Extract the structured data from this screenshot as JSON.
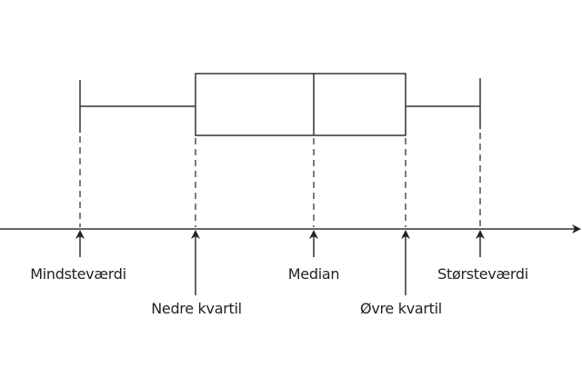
{
  "diagram": {
    "type": "boxplot-explanation",
    "labels": {
      "min": "Mindsteværdi",
      "q1": "Nedre kvartil",
      "median": "Median",
      "q3": "Øvre kvartil",
      "max": "Størsteværdi"
    }
  }
}
